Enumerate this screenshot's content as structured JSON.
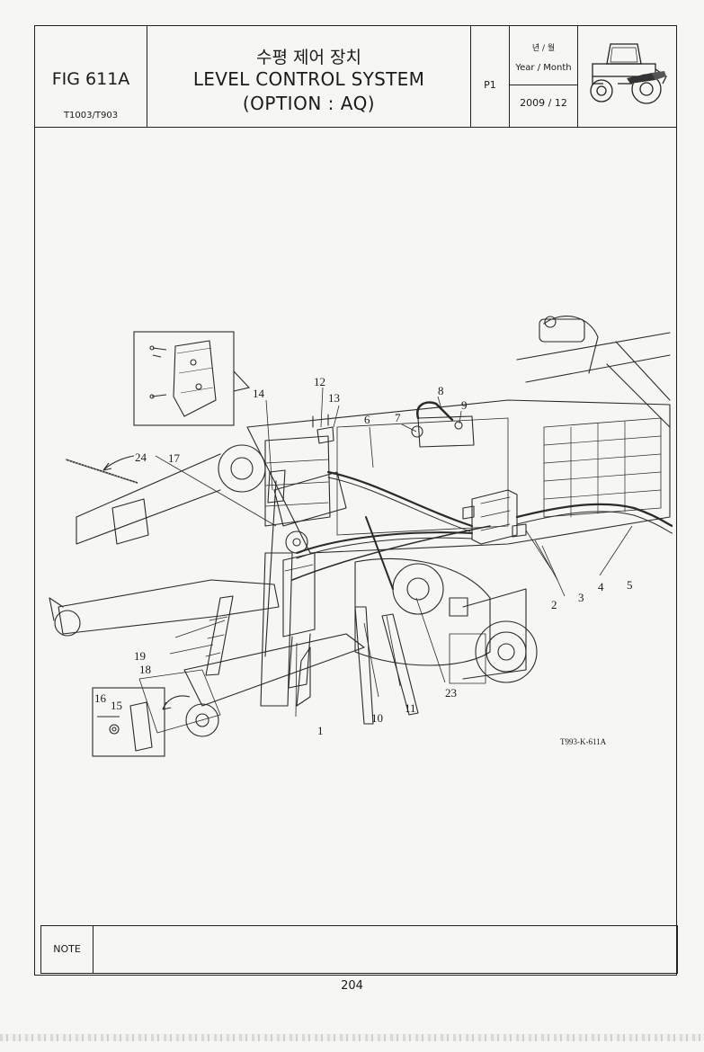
{
  "header": {
    "fig_number": "FIG 611A",
    "model": "T1003/T903",
    "title_korean": "수평 제어 장치",
    "title_english": "LEVEL CONTROL SYSTEM",
    "title_option": "(OPTION : AQ)",
    "page_label": "P1",
    "date_label_korean": "년 / 월",
    "date_label_english": "Year / Month",
    "date_value": "2009 / 12",
    "thumbnail_icon": "tractor-icon"
  },
  "diagram": {
    "drawing_code": "T993-K-611A",
    "callouts": [
      "1",
      "2",
      "3",
      "4",
      "5",
      "6",
      "7",
      "8",
      "9",
      "10",
      "11",
      "12",
      "13",
      "14",
      "15",
      "16",
      "17",
      "18",
      "19",
      "23",
      "24"
    ]
  },
  "footer": {
    "note_label": "NOTE",
    "note_text": "",
    "page_number": "204"
  }
}
